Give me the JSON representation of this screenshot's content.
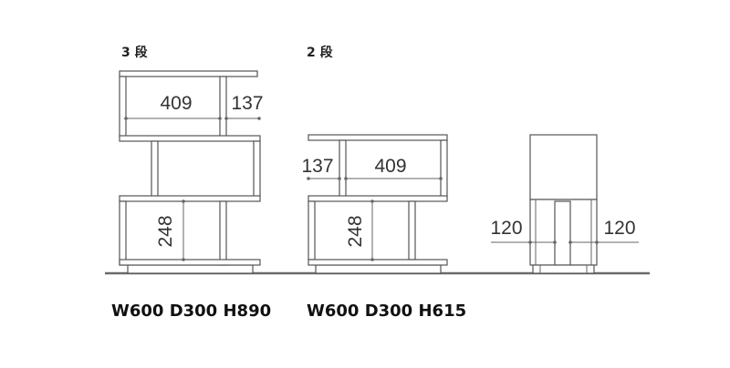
{
  "drawings": [
    {
      "tier_label": "3 段",
      "spec": "W600 D300 H890",
      "dimensions": {
        "width_inner": "409",
        "side_gap": "137",
        "height_inner": "248"
      }
    },
    {
      "tier_label": "2 段",
      "spec": "W600 D300 H615",
      "dimensions": {
        "side_gap": "137",
        "width_inner": "409",
        "height_inner": "248"
      }
    },
    {
      "tier_label": "",
      "spec": "",
      "dimensions": {
        "left_gap": "120",
        "right_gap": "120"
      }
    }
  ],
  "colors": {
    "line": "#555555",
    "floor": "#6a6a6a",
    "text": "#333333"
  }
}
